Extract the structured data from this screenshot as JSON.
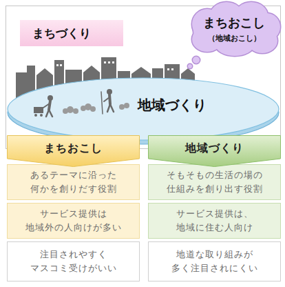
{
  "diagram": {
    "nodes": [
      {
        "text": [
          "まちづくり"
        ]
      },
      {
        "text": [
          "まちおこし",
          "（地域おこし）"
        ],
        "in": 0
      },
      {
        "text": [
          "地域づくり"
        ],
        "in": 0
      },
      {
        "text": [
          "まちおこし"
        ]
      },
      {
        "text": [
          "あるテーマに沿った 何かを創りだす役割"
        ]
      },
      {
        "text": [
          "サービス提供は 地域外の人向けが多い"
        ]
      },
      {
        "text": [
          "注目されやすく マスコミ受けがいい"
        ]
      },
      {
        "text": [
          "地域づくり"
        ]
      },
      {
        "text": [
          "そもそもの生活の場の 仕組みを創り出す役割"
        ]
      },
      {
        "text": [
          "サービス提供は、 地域に住む人向け"
        ]
      },
      {
        "text": [
          "地道な取り組みが 多く注目されにくい"
        ]
      }
    ]
  }
}
